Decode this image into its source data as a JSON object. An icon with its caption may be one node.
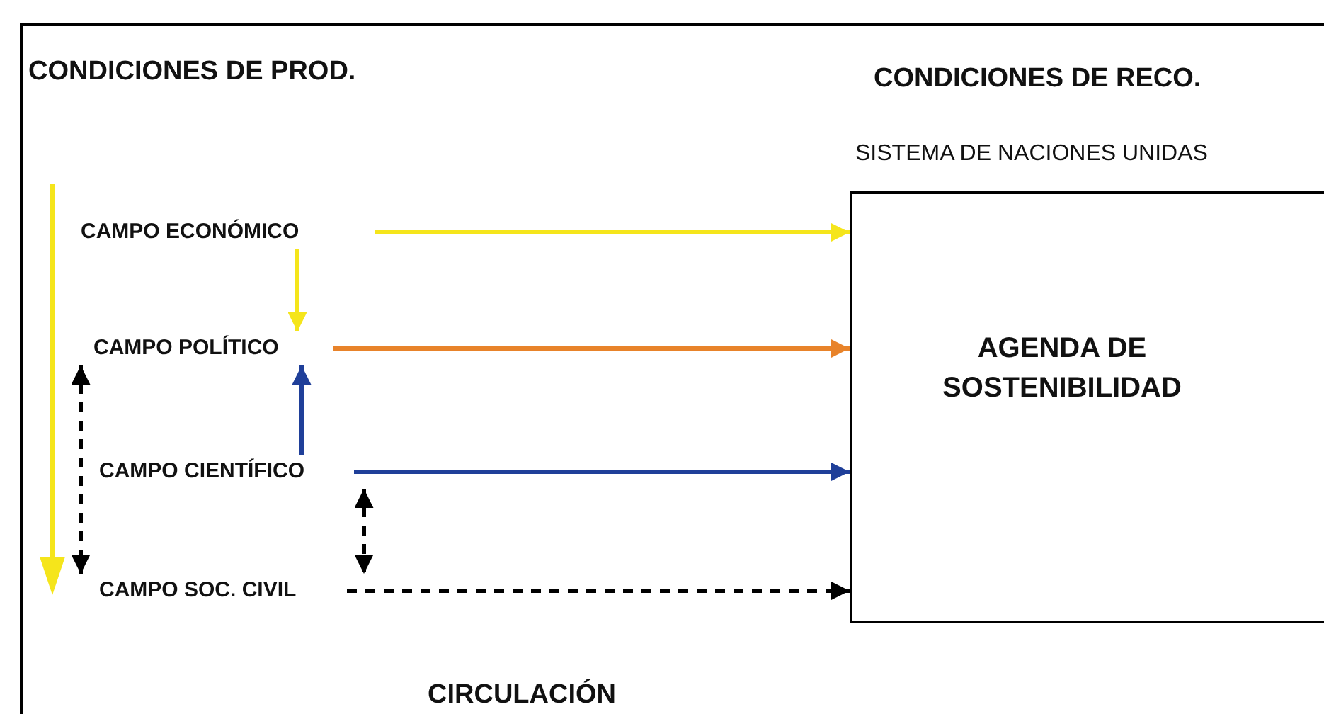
{
  "diagram": {
    "nodes": [
      {
        "text": [
          "CAMPO ECONÓMICO"
        ]
      },
      {
        "text": [
          "CAMPO POLÍTICO"
        ]
      },
      {
        "text": [
          "CAMPO CIENTÍFICO"
        ]
      },
      {
        "text": [
          "CAMPO SOC. CIVIL"
        ]
      },
      {
        "text": [
          "SISTEMA DE NACIONES UNIDAS",
          "AGENDA DE SOSTENIBILIDAD"
        ]
      }
    ],
    "edges": [
      {
        "from": 0,
        "to": 1,
        "arrow": "to",
        "color": "#f5e51b"
      },
      {
        "from": 2,
        "to": 1,
        "arrow": "to",
        "color": "#1f3f99"
      },
      {
        "from": 1,
        "to": 3,
        "arrow": "both",
        "style": "dashed"
      },
      {
        "from": 2,
        "to": 3,
        "arrow": "both",
        "style": "dashed"
      },
      {
        "from": 0,
        "to": 4,
        "arrow": "to",
        "color": "#f5e51b"
      },
      {
        "from": 1,
        "to": 4,
        "arrow": "to",
        "color": "#e8832a"
      },
      {
        "from": 2,
        "to": 4,
        "arrow": "to",
        "color": "#1f3f99"
      },
      {
        "from": 3,
        "to": 4,
        "arrow": "to",
        "style": "dashed"
      }
    ],
    "labels": [
      "CONDICIONES DE PROD.",
      "CONDICIONES DE RECO.",
      "CIRCULACIÓN"
    ]
  }
}
